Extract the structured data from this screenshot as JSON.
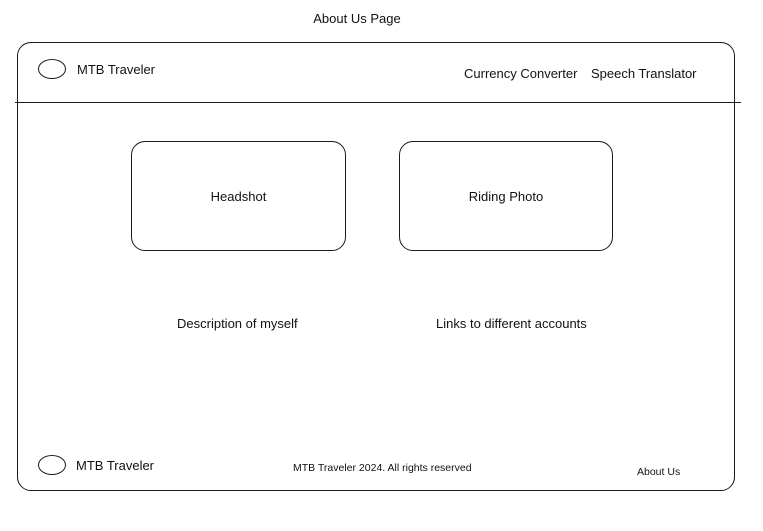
{
  "page_caption": "About Us Page",
  "header": {
    "brand": "MTB Traveler",
    "nav": [
      {
        "label": "Currency Converter"
      },
      {
        "label": "Speech Translator"
      }
    ]
  },
  "main": {
    "headshot_label": "Headshot",
    "riding_photo_label": "Riding Photo",
    "description_label": "Description of myself",
    "links_label": "Links to different accounts"
  },
  "footer": {
    "brand": "MTB Traveler",
    "copyright": "MTB Traveler 2024. All rights reserved",
    "about_link": "About Us"
  }
}
